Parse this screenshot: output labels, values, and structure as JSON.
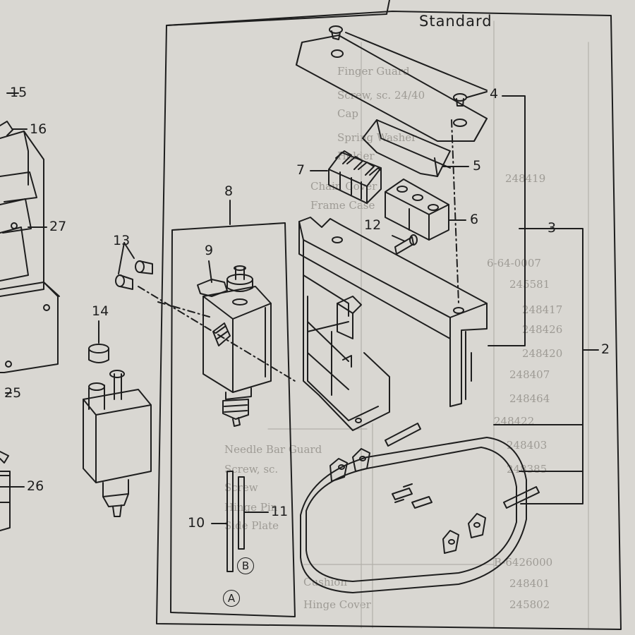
{
  "title": "Standard",
  "callouts": {
    "c2": "2",
    "c3": "3",
    "c4": "4",
    "c5": "5",
    "c6": "6",
    "c7": "7",
    "c8": "8",
    "c9": "9",
    "c10": "10",
    "c11": "11",
    "c12": "12",
    "c13": "13",
    "c14": "14",
    "c15": "15",
    "c16": "16",
    "c25": "25",
    "c26": "26",
    "c27": "27",
    "a": "A",
    "b": "B"
  },
  "background_text": [
    "Finger Guard",
    "Screw, sc. 24/40",
    "Cap",
    "Spring Washer",
    "Holder",
    "Chain Cover",
    "Frame Case",
    "Needle Bar Guard",
    "Screw, sc.",
    "Screw",
    "Hinge Pin",
    "Side Plate",
    "Cushion",
    "Hinge Cover"
  ],
  "background_numbers": [
    "248419",
    "6-64-0007",
    "245581",
    "248417",
    "248426",
    "248420",
    "248407",
    "248464",
    "248422",
    "248403",
    "248385",
    "B-6426000",
    "248401",
    "245802"
  ]
}
